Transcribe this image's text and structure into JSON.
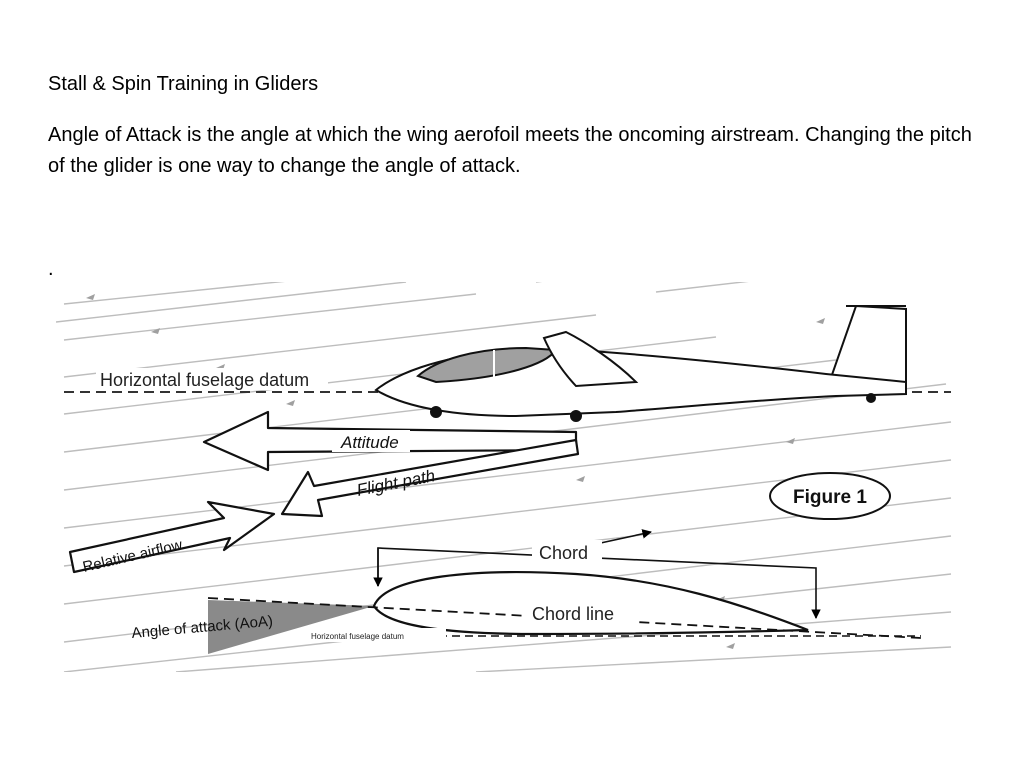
{
  "slide": {
    "title": "Stall & Spin Training in Gliders",
    "paragraph": "Angle of Attack is the angle at which the wing aerofoil meets the oncoming airstream. Changing the pitch of the glider is one way to change the angle of attack.",
    "dot": "."
  },
  "figure": {
    "badge": "Figure 1",
    "labels": {
      "horizontal_datum": "Horizontal fuselage datum",
      "attitude": "Attitude",
      "flight_path": "Flight path",
      "relative_airflow": "Relative airflow",
      "chord": "Chord",
      "chord_line": "Chord line",
      "angle_of_attack": "Angle of attack (AoA)",
      "horizontal_datum_small": "Horizontal fuselage datum"
    },
    "colors": {
      "airstream": "#b8b8b8",
      "wing_fill": "#ffffff",
      "aoa_shade": "#8a8a8a",
      "canopy": "#9a9a9a"
    }
  }
}
